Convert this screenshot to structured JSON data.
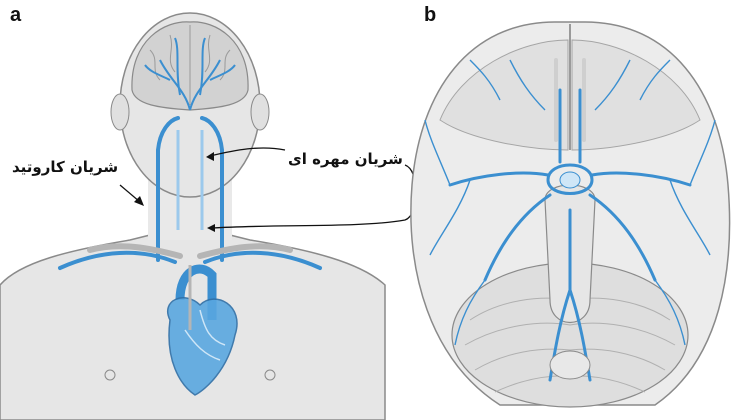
{
  "panels": {
    "a": {
      "letter": "a"
    },
    "b": {
      "letter": "b"
    }
  },
  "labels": {
    "carotid_artery": "شریان کاروتید",
    "vertebral_artery": "شریان مهره ای"
  },
  "colors": {
    "vessel": "#3b8fd0",
    "vessel_light": "#9cc9ec",
    "skin": "#e6e6e6",
    "skin_outline": "#8a8a8a",
    "brain": "#d2d2d2",
    "heart": "#5aa7e0",
    "arrow": "#111111"
  }
}
